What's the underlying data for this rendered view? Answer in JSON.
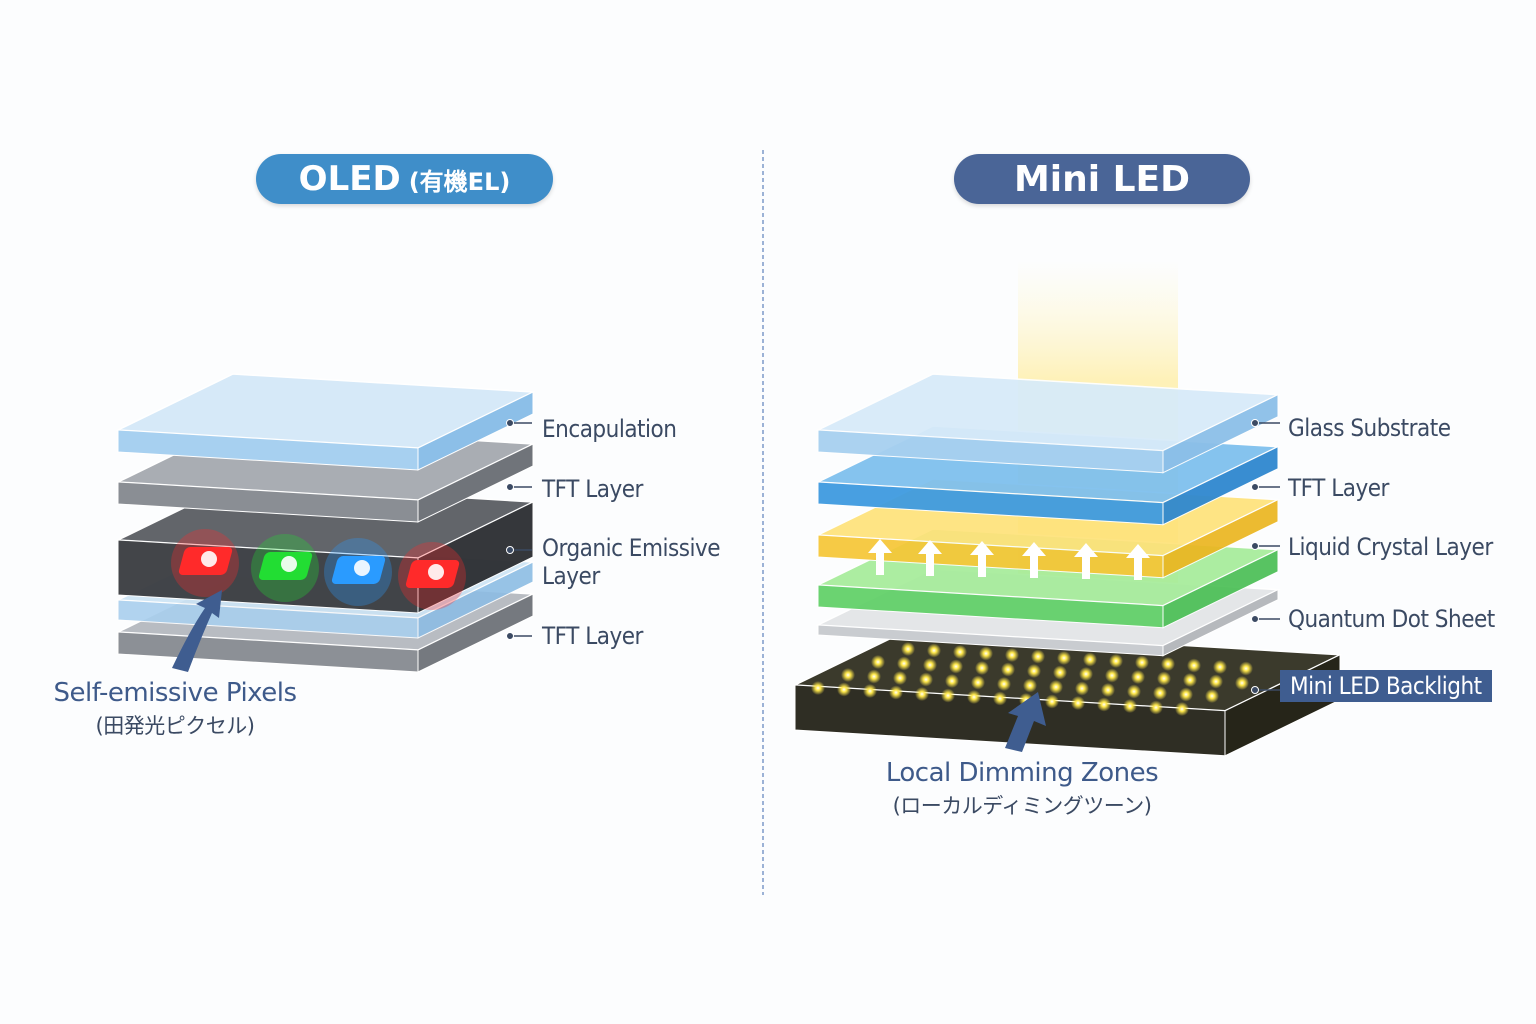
{
  "oled": {
    "title": "OLED",
    "title_jp": "(有機EL)",
    "layers": [
      "Encapulation",
      "TFT Layer",
      "Organic Emissive Layer",
      "TFT Layer"
    ],
    "callout": "Self-emissive Pixels",
    "callout_jp": "(田発光ピクセル)",
    "pixel_colors": [
      "#ff2a2a",
      "#22dd33",
      "#2a9bff",
      "#ff2a2a"
    ]
  },
  "miniled": {
    "title": "Mini LED",
    "layers": [
      "Glass Substrate",
      "TFT Layer",
      "Liquid Crystal Layer",
      "Quantum Dot Sheet",
      "Mini LED Backlight"
    ],
    "callout": "Local Dimming Zones",
    "callout_jp": "(ローカルディミングツーン)"
  },
  "colors": {
    "oled_accent": "#3f8ec9",
    "miniled_accent": "#4a6597",
    "label_text": "#3b4a63",
    "led_glow": "#ffe84a"
  }
}
